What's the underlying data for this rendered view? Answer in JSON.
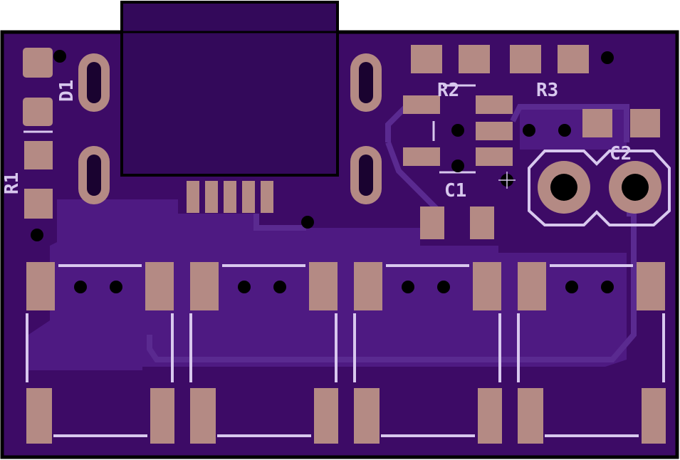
{
  "labels": {
    "d1": "D1",
    "r1": "R1",
    "r2": "R2",
    "r3": "R3",
    "c1": "C1",
    "c2": "C2"
  },
  "colors": {
    "background": "#ffffff",
    "board": "#3d0b66",
    "board_edge": "#000000",
    "copper_pour": "#4e1a82",
    "trace": "#5a2a90",
    "pad": "#b48a84",
    "silkscreen": "#d8c8ee",
    "drill": "#000000",
    "module": "#33095a"
  },
  "icons": [
    "pcb-board",
    "usb-connector",
    "smd-pad",
    "through-hole-pad",
    "drill-hole",
    "tactile-switch"
  ]
}
